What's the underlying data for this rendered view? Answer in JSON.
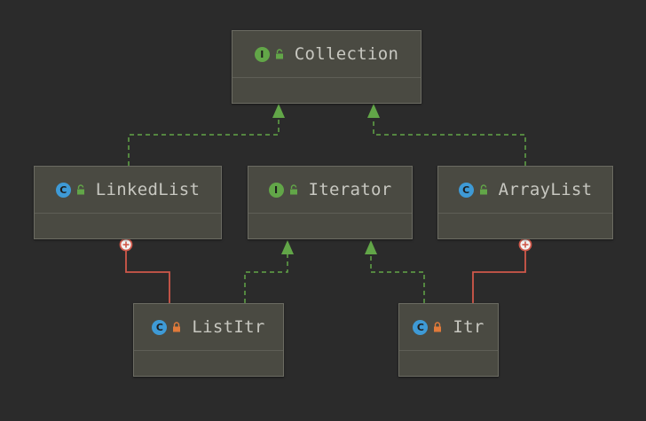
{
  "diagram": {
    "nodes": [
      {
        "id": "collection",
        "kind": "interface",
        "kind_glyph": "I",
        "visibility": "public",
        "name": "Collection"
      },
      {
        "id": "linkedlist",
        "kind": "class",
        "kind_glyph": "C",
        "visibility": "public",
        "name": "LinkedList"
      },
      {
        "id": "iterator",
        "kind": "interface",
        "kind_glyph": "I",
        "visibility": "public",
        "name": "Iterator"
      },
      {
        "id": "arraylist",
        "kind": "class",
        "kind_glyph": "C",
        "visibility": "public",
        "name": "ArrayList"
      },
      {
        "id": "listitr",
        "kind": "class",
        "kind_glyph": "C",
        "visibility": "private",
        "name": "ListItr"
      },
      {
        "id": "itr",
        "kind": "class",
        "kind_glyph": "C",
        "visibility": "private",
        "name": "Itr"
      }
    ],
    "edges": [
      {
        "from": "linkedlist",
        "to": "collection",
        "type": "implements"
      },
      {
        "from": "arraylist",
        "to": "collection",
        "type": "implements"
      },
      {
        "from": "listitr",
        "to": "iterator",
        "type": "implements"
      },
      {
        "from": "itr",
        "to": "iterator",
        "type": "implements"
      },
      {
        "from": "listitr",
        "to": "linkedlist",
        "type": "inner-class"
      },
      {
        "from": "itr",
        "to": "arraylist",
        "type": "inner-class"
      }
    ],
    "colors": {
      "background": "#2b2b2b",
      "node_fill": "#4a4a42",
      "implements_line": "#62a648",
      "inner_class_line": "#d0584a",
      "interface_badge": "#62a648",
      "class_badge": "#3e9ad6",
      "public_lock": "#62a648",
      "private_lock": "#e07a3a"
    }
  }
}
